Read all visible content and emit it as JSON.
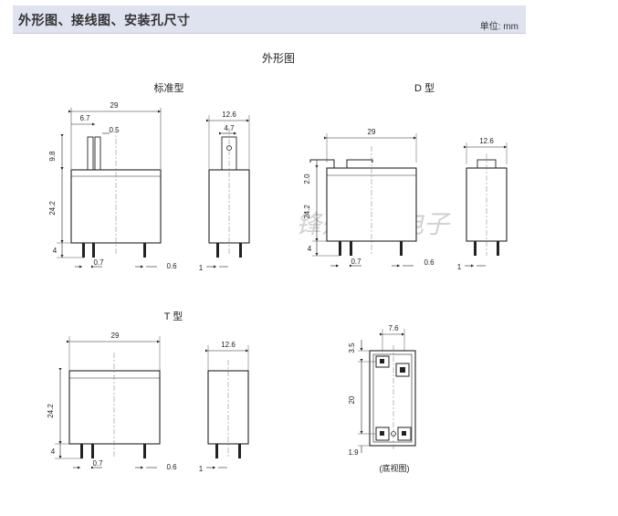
{
  "header": {
    "title": "外形图、接线图、安装孔尺寸",
    "unit": "单位: mm"
  },
  "section_title": "外形图",
  "watermark": "锋州永恒电子",
  "standard": {
    "label": "标准型",
    "dims": {
      "width": "29",
      "pin_offset": "6.7",
      "pin_gap": "0.5",
      "tab_height": "9.8",
      "body_height": "24.2",
      "pin_length": "4",
      "pin_width": "0.7",
      "pin_thick": "0.6",
      "side_width": "12.6",
      "tab_width": "4.7",
      "side_pin": "1"
    }
  },
  "d_type": {
    "label": "D 型",
    "dims": {
      "width": "29",
      "flange": "2.0",
      "body_height": "24.2",
      "pin_length": "4",
      "pin_width": "0.7",
      "pin_thick": "0.6",
      "side_width": "12.6",
      "side_pin": "1"
    }
  },
  "t_type": {
    "label": "T 型",
    "dims": {
      "width": "29",
      "body_height": "24.2",
      "pin_length": "4",
      "pin_width": "0.7",
      "pin_thick": "0.6",
      "side_width": "12.6",
      "side_pin": "1"
    }
  },
  "bottom_view": {
    "label": "(底视图)",
    "dims": {
      "pin_spacing": "7.6",
      "top_offset": "3.5",
      "pin_pitch": "20",
      "bottom_offset": "1.9"
    }
  }
}
